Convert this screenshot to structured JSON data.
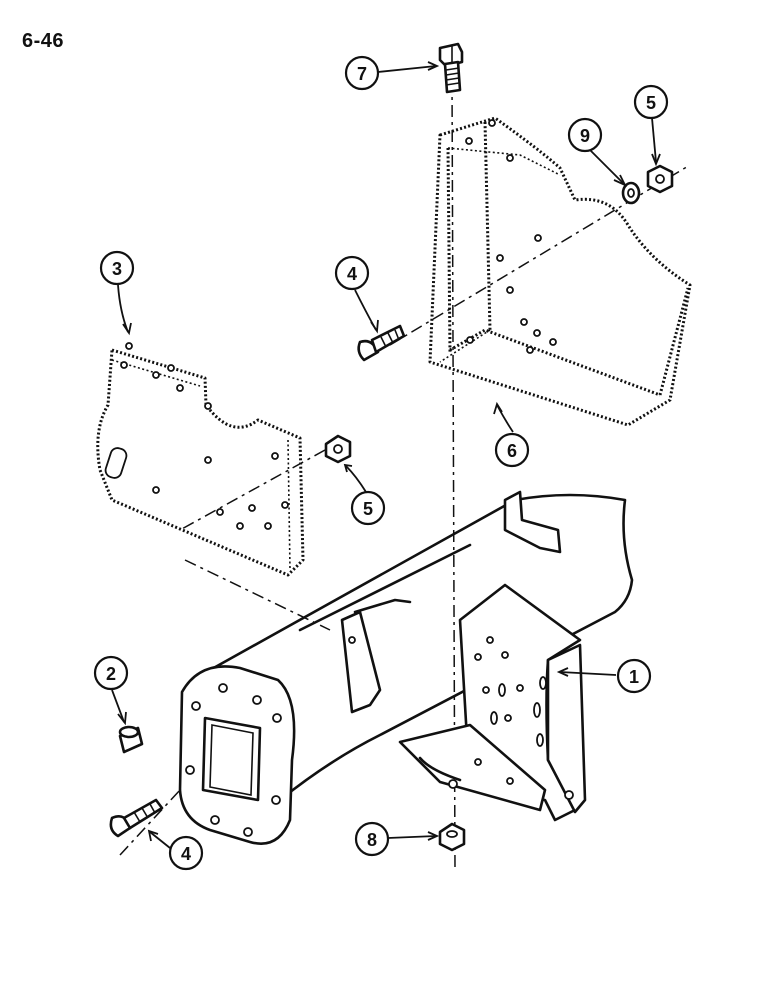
{
  "page": {
    "label": "6-46"
  },
  "callouts": [
    {
      "id": "c1",
      "label": "1"
    },
    {
      "id": "c2",
      "label": "2"
    },
    {
      "id": "c3",
      "label": "3"
    },
    {
      "id": "c4a",
      "label": "4"
    },
    {
      "id": "c4b",
      "label": "4"
    },
    {
      "id": "c5a",
      "label": "5"
    },
    {
      "id": "c5b",
      "label": "5"
    },
    {
      "id": "c6",
      "label": "6"
    },
    {
      "id": "c7",
      "label": "7"
    },
    {
      "id": "c8",
      "label": "8"
    },
    {
      "id": "c9",
      "label": "9"
    }
  ]
}
